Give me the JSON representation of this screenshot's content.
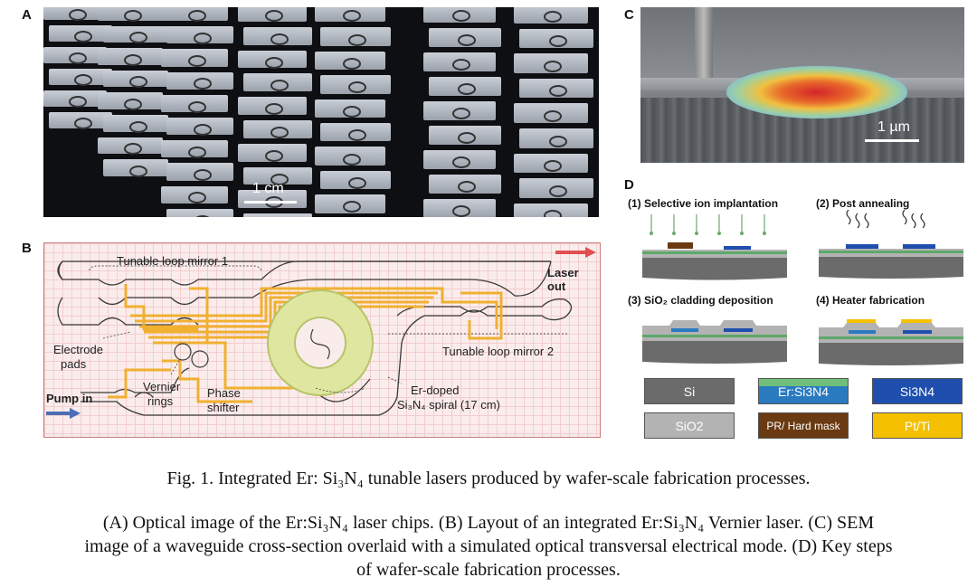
{
  "panels": {
    "a_label": "A",
    "b_label": "B",
    "c_label": "C",
    "d_label": "D"
  },
  "panel_a": {
    "scale": "1 cm"
  },
  "panel_b": {
    "labels": {
      "loop1": "Tunable loop mirror 1",
      "laser_out": "Laser out",
      "electrode1": "Electrode",
      "electrode2": "pads",
      "loop2": "Tunable loop mirror 2",
      "vernier1": "Vernier",
      "vernier2": "rings",
      "phase1": "Phase",
      "phase2": "shifter",
      "pump_in": "Pump in",
      "erdoped1": "Er-doped",
      "erdoped2": "Si₃N₄ spiral (17 cm)"
    },
    "colors": {
      "waveguide": "#3a3a3a",
      "electrode": "#f0b030",
      "spiral": "#cfd98a",
      "arrow_out": "#e05050",
      "arrow_in": "#4a6fb8"
    }
  },
  "panel_c": {
    "scale": "1 µm"
  },
  "panel_d": {
    "steps": [
      {
        "title": "(1) Selective ion implantation"
      },
      {
        "title": "(2) Post  annealing"
      },
      {
        "title": "(3) SiO₂ cladding deposition"
      },
      {
        "title": "(4) Heater fabrication"
      }
    ],
    "legend": [
      {
        "label": "Si",
        "color": "#6b6b6b"
      },
      {
        "label": "Er:Si3N4",
        "color": "#2a7ac0"
      },
      {
        "label": "Si3N4",
        "color": "#1f4fae"
      },
      {
        "label": "SiO2",
        "color": "#b3b3b3"
      },
      {
        "label": "PR/ Hard mask",
        "color": "#6a3a12"
      },
      {
        "label": "Pt/Ti",
        "color": "#f5c000"
      }
    ]
  },
  "caption": {
    "title": "Fig. 1. Integrated Er: Si₃N₄ tunable lasers produced by wafer-scale fabrication processes.",
    "line1": "(A) Optical image of the Er:Si₃N₄ laser chips. (B) Layout of an integrated Er:Si₃N₄ Vernier laser. (C) SEM",
    "line2": "image of a waveguide cross-section overlaid with a simulated optical transversal electrical mode. (D) Key steps",
    "line3": "of wafer-scale fabrication processes."
  }
}
